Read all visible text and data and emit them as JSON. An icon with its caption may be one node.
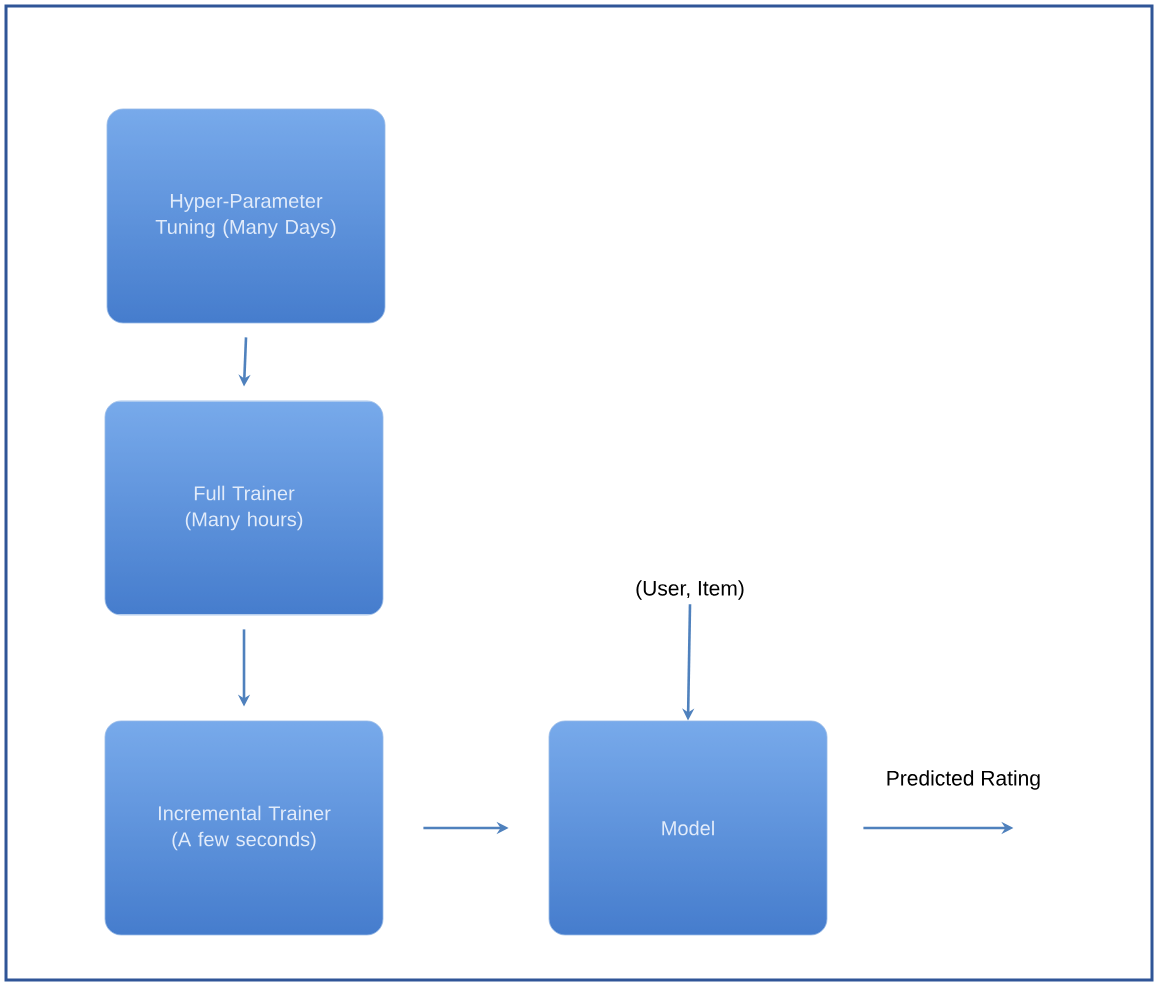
{
  "diagram": {
    "nodes": [
      {
        "text": [
          "Hyper-Parameter Tuning (Many Days)"
        ]
      },
      {
        "text": [
          "Full Trainer (Many hours)"
        ]
      },
      {
        "text": [
          "Incremental Trainer (A few seconds)"
        ]
      },
      {
        "text": [
          "Model"
        ]
      },
      {
        "text": [
          "(User, Item)"
        ]
      }
    ],
    "edges": [
      {
        "from": 0,
        "to": 1,
        "arrow": "to"
      },
      {
        "from": 1,
        "to": 2,
        "arrow": "to"
      },
      {
        "from": 2,
        "to": 3,
        "arrow": "to"
      },
      {
        "from": 4,
        "to": 3,
        "arrow": "to"
      },
      {
        "from": 3,
        "to": null,
        "arrow": "to",
        "label": "Predicted Rating"
      }
    ]
  }
}
